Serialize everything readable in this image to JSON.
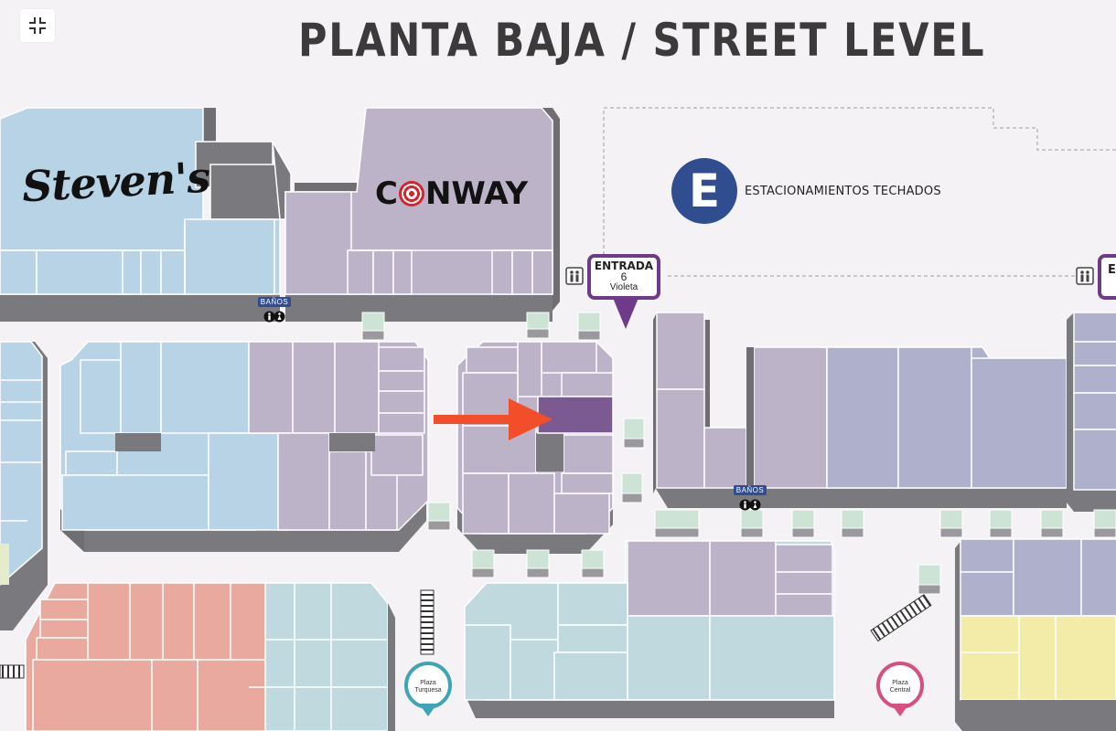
{
  "map": {
    "title": "PLANTA BAJA / STREET LEVEL",
    "collapse_control": "collapse-icon",
    "stores": {
      "stevens": "Steven's",
      "conway_pre": "C",
      "conway_post": "NWAY"
    },
    "parking": {
      "letter": "E",
      "label": "ESTACIONAMIENTOS TECHADOS",
      "color": "#2f4d8f"
    },
    "entrance": {
      "line1": "ENTRADA",
      "line2": "6",
      "line3": "Violeta",
      "color": "#6d3b8a"
    },
    "entrance_partial": {
      "text": "E"
    },
    "restrooms": [
      {
        "label": "BAÑOS"
      },
      {
        "label": "BAÑOS"
      }
    ],
    "plazas": [
      {
        "line1": "Plaza",
        "line2": "Turquesa",
        "color": "#3fa5b2"
      },
      {
        "line1": "Plaza",
        "line2": "Central",
        "color": "#d6507c"
      }
    ],
    "highlight": {
      "color": "#7b5a92",
      "arrow_color": "#f24e2a"
    },
    "zone_colors": {
      "light_blue": "#b8d2e6",
      "purple": "#bcb3c9",
      "periwinkle": "#aeb0cc",
      "teal": "#bfd9de",
      "salmon": "#e9a99f",
      "yellow": "#f2eca8",
      "green_kiosk": "#cde3d5",
      "wall": "#7a7a7e"
    }
  }
}
